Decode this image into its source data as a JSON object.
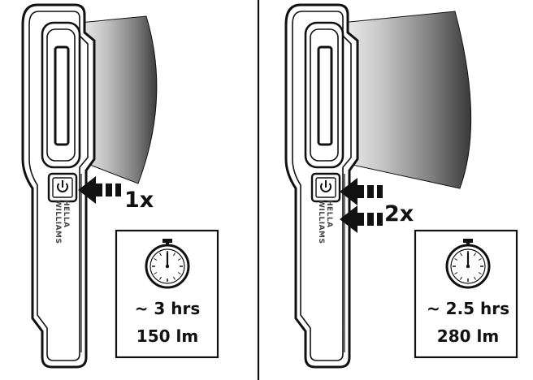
{
  "left_panel": {
    "press_label": "1x",
    "runtime": "~ 3 hrs",
    "lumens": "150 lm",
    "brand_line1": "HELLA",
    "brand_line2": "WILLIAMS"
  },
  "right_panel": {
    "press_label": "2x",
    "runtime": "~ 2.5 hrs",
    "lumens": "280 lm",
    "brand_line1": "HELLA",
    "brand_line2": "WILLIAMS"
  },
  "icons": {
    "power": "power-icon",
    "timer": "stopwatch-icon",
    "press": "arrow-icon"
  },
  "colors": {
    "outline": "#111111",
    "beam_light": "#e6e6e6",
    "beam_dark": "#3c3c3c"
  }
}
